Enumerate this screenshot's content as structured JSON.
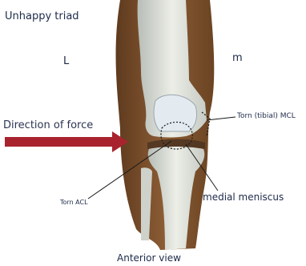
{
  "title": "Unhappy triad",
  "side_left": "L",
  "side_right": "m",
  "force_label": "Direction of force",
  "labels": {
    "mcl": "Torn (tibial) MCL",
    "acl": "Torn ACL",
    "meniscus": "medial meniscus"
  },
  "view_label": "Anterior view",
  "colors": {
    "arrow": "#a8232e",
    "muscle": "#8a5a34",
    "bone": "#d9d9cf",
    "ligament_line": "#1a1a1a"
  }
}
